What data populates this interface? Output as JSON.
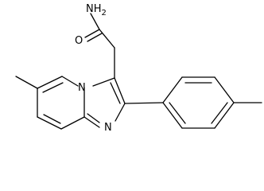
{
  "molecule": {
    "atom_labels": {
      "amide_nitrogen": "NH2",
      "carbonyl_oxygen": "O",
      "bridgehead_nitrogen": "N",
      "imidazole_nitrogen": "N"
    }
  },
  "colors": {
    "bond": "#000000",
    "background": "#ffffff"
  }
}
